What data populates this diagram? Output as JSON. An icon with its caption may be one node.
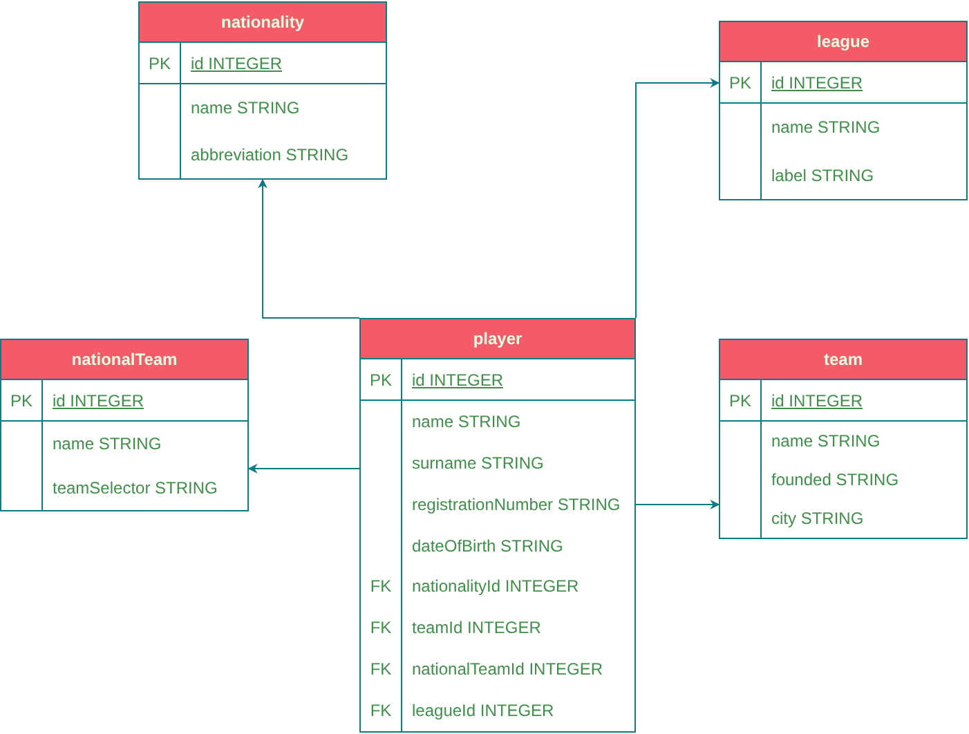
{
  "diagram": {
    "nodes": [
      {
        "text": [
          "nationality"
        ]
      },
      {
        "text": [
          "PK",
          "id INTEGER"
        ],
        "in": 0
      },
      {
        "text": [
          "name STRING"
        ],
        "in": 0
      },
      {
        "text": [
          "abbreviation STRING"
        ],
        "in": 0
      },
      {
        "text": [
          "league"
        ]
      },
      {
        "text": [
          "PK",
          "id INTEGER"
        ],
        "in": 4
      },
      {
        "text": [
          "name STRING"
        ],
        "in": 4
      },
      {
        "text": [
          "label STRING"
        ],
        "in": 4
      },
      {
        "text": [
          "nationalTeam"
        ]
      },
      {
        "text": [
          "PK",
          "id INTEGER"
        ],
        "in": 8
      },
      {
        "text": [
          "name STRING"
        ],
        "in": 8
      },
      {
        "text": [
          "teamSelector STRING"
        ],
        "in": 8
      },
      {
        "text": [
          "player"
        ]
      },
      {
        "text": [
          "PK",
          "id INTEGER"
        ],
        "in": 12
      },
      {
        "text": [
          "name STRING"
        ],
        "in": 12
      },
      {
        "text": [
          "surname STRING"
        ],
        "in": 12
      },
      {
        "text": [
          "registrationNumber STRING"
        ],
        "in": 12
      },
      {
        "text": [
          "dateOfBirth STRING"
        ],
        "in": 12
      },
      {
        "text": [
          "FK",
          "nationalityId INTEGER"
        ],
        "in": 12
      },
      {
        "text": [
          "FK",
          "teamId INTEGER"
        ],
        "in": 12
      },
      {
        "text": [
          "FK",
          "nationalTeamId INTEGER"
        ],
        "in": 12
      },
      {
        "text": [
          "FK",
          "leagueId INTEGER"
        ],
        "in": 12
      },
      {
        "text": [
          "team"
        ]
      },
      {
        "text": [
          "PK",
          "id INTEGER"
        ],
        "in": 22
      },
      {
        "text": [
          "name STRING"
        ],
        "in": 22
      },
      {
        "text": [
          "founded STRING"
        ],
        "in": 22
      },
      {
        "text": [
          "city STRING"
        ],
        "in": 22
      }
    ],
    "edges": [
      {
        "from": 12,
        "to": 0,
        "arrow": "to"
      },
      {
        "from": 12,
        "to": 4,
        "arrow": "to"
      },
      {
        "from": 12,
        "to": 8,
        "arrow": "to"
      },
      {
        "from": 12,
        "to": 22,
        "arrow": "to"
      }
    ]
  }
}
